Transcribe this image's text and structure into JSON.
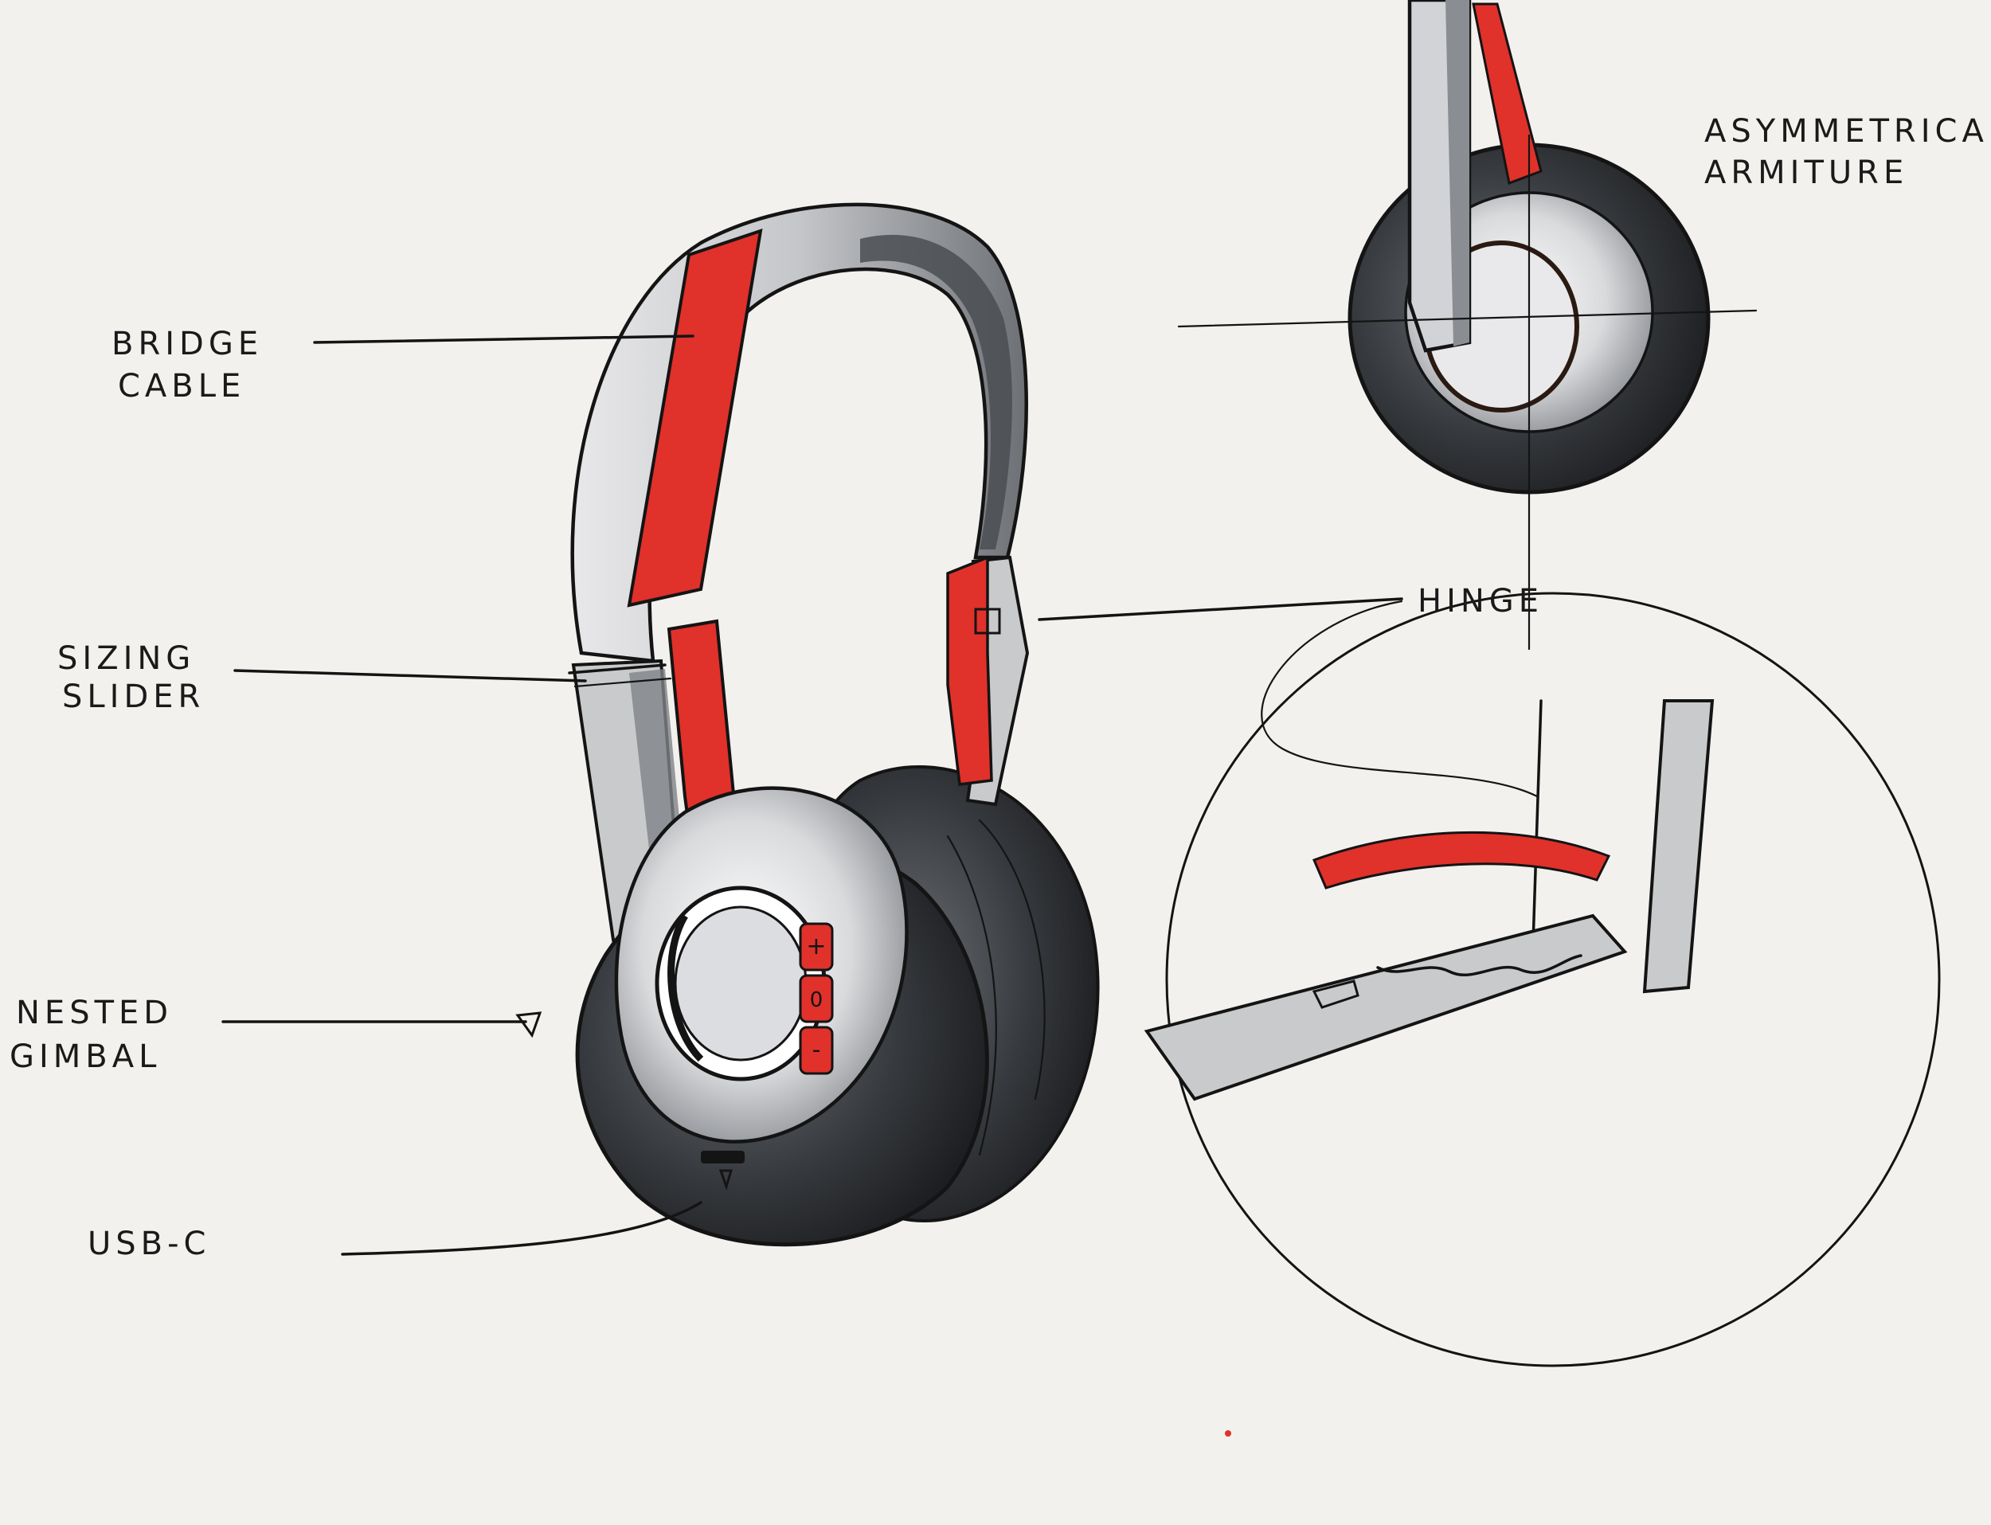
{
  "labels": {
    "bridge_cable": [
      "BRIDGE",
      "CABLE"
    ],
    "sizing_slider": [
      "SIZING",
      "SLIDER"
    ],
    "nested_gimbal": [
      "NESTED",
      "GIMBAL"
    ],
    "usb_c": "USB-C",
    "hinge": "HINGE",
    "asymmetrical_armature": [
      "ASYMMETRICAL",
      "ARMITURE"
    ],
    "button_plus": "+",
    "button_zero": "0",
    "button_minus": "-"
  },
  "colors": {
    "paper": "#f3f1ee",
    "ink": "#141414",
    "accent_red": "#e0312b",
    "marker_light_grey": "#c9cacc",
    "marker_dark_grey": "#4a4d52",
    "cushion_black": "#26282b"
  }
}
